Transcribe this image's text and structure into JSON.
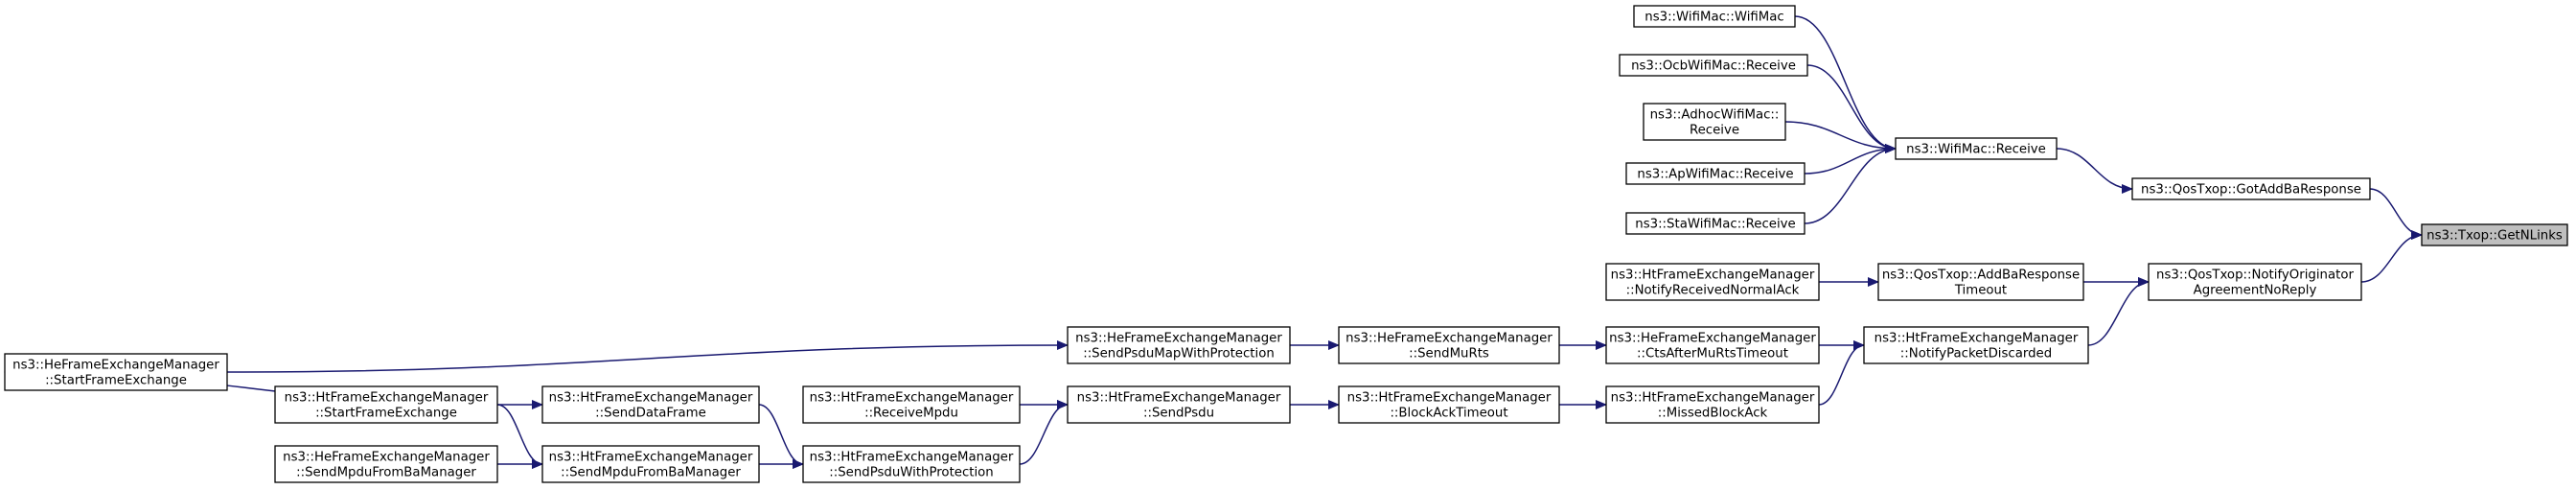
{
  "colors": {
    "edge": "#191970",
    "root_fill": "#bfbfbf",
    "node_fill": "#ffffff",
    "border": "#000000"
  },
  "nodes": {
    "root": {
      "lines": [
        "ns3::Txop::GetNLinks"
      ]
    },
    "gotAddBaResponse": {
      "lines": [
        "ns3::QosTxop::GotAddBaResponse"
      ]
    },
    "notifyOriginator": {
      "lines": [
        "ns3::QosTxop::NotifyOriginator",
        "AgreementNoReply"
      ]
    },
    "wifiMacReceive": {
      "lines": [
        "ns3::WifiMac::Receive"
      ]
    },
    "wifiMacCtor": {
      "lines": [
        "ns3::WifiMac::WifiMac"
      ]
    },
    "ocbReceive": {
      "lines": [
        "ns3::OcbWifiMac::Receive"
      ]
    },
    "adhocReceive": {
      "lines": [
        "ns3::AdhocWifiMac::",
        "Receive"
      ]
    },
    "apReceive": {
      "lines": [
        "ns3::ApWifiMac::Receive"
      ]
    },
    "staReceive": {
      "lines": [
        "ns3::StaWifiMac::Receive"
      ]
    },
    "addBaTimeout": {
      "lines": [
        "ns3::QosTxop::AddBaResponse",
        "Timeout"
      ]
    },
    "notifyPacketDiscarded": {
      "lines": [
        "ns3::HtFrameExchangeManager",
        "::NotifyPacketDiscarded"
      ]
    },
    "notifyReceivedNormalAck": {
      "lines": [
        "ns3::HtFrameExchangeManager",
        "::NotifyReceivedNormalAck"
      ]
    },
    "ctsAfterMuRtsTimeout": {
      "lines": [
        "ns3::HeFrameExchangeManager",
        "::CtsAfterMuRtsTimeout"
      ]
    },
    "missedBlockAck": {
      "lines": [
        "ns3::HtFrameExchangeManager",
        "::MissedBlockAck"
      ]
    },
    "sendMuRts": {
      "lines": [
        "ns3::HeFrameExchangeManager",
        "::SendMuRts"
      ]
    },
    "blockAckTimeout": {
      "lines": [
        "ns3::HtFrameExchangeManager",
        "::BlockAckTimeout"
      ]
    },
    "sendPsduMapWithProtection": {
      "lines": [
        "ns3::HeFrameExchangeManager",
        "::SendPsduMapWithProtection"
      ]
    },
    "htSendPsdu": {
      "lines": [
        "ns3::HtFrameExchangeManager",
        "::SendPsdu"
      ]
    },
    "receiveMpdu": {
      "lines": [
        "ns3::HtFrameExchangeManager",
        "::ReceiveMpdu"
      ]
    },
    "sendPsduWithProtection": {
      "lines": [
        "ns3::HtFrameExchangeManager",
        "::SendPsduWithProtection"
      ]
    },
    "heStartFrameExchange": {
      "lines": [
        "ns3::HeFrameExchangeManager",
        "::StartFrameExchange"
      ]
    },
    "htStartFrameExchange": {
      "lines": [
        "ns3::HtFrameExchangeManager",
        "::StartFrameExchange"
      ]
    },
    "sendDataFrame": {
      "lines": [
        "ns3::HtFrameExchangeManager",
        "::SendDataFrame"
      ]
    },
    "htSendMpduFromBaManager": {
      "lines": [
        "ns3::HtFrameExchangeManager",
        "::SendMpduFromBaManager"
      ]
    },
    "heSendMpduFromBaManager": {
      "lines": [
        "ns3::HeFrameExchangeManager",
        "::SendMpduFromBaManager"
      ]
    }
  },
  "edges": [
    [
      "gotAddBaResponse",
      "root"
    ],
    [
      "notifyOriginator",
      "root"
    ],
    [
      "wifiMacReceive",
      "gotAddBaResponse"
    ],
    [
      "addBaTimeout",
      "notifyOriginator"
    ],
    [
      "notifyPacketDiscarded",
      "notifyOriginator"
    ],
    [
      "wifiMacCtor",
      "wifiMacReceive"
    ],
    [
      "ocbReceive",
      "wifiMacReceive"
    ],
    [
      "adhocReceive",
      "wifiMacReceive"
    ],
    [
      "apReceive",
      "wifiMacReceive"
    ],
    [
      "staReceive",
      "wifiMacReceive"
    ],
    [
      "notifyReceivedNormalAck",
      "addBaTimeout"
    ],
    [
      "ctsAfterMuRtsTimeout",
      "notifyPacketDiscarded"
    ],
    [
      "missedBlockAck",
      "notifyPacketDiscarded"
    ],
    [
      "sendMuRts",
      "ctsAfterMuRtsTimeout"
    ],
    [
      "blockAckTimeout",
      "missedBlockAck"
    ],
    [
      "sendPsduMapWithProtection",
      "sendMuRts"
    ],
    [
      "htSendPsdu",
      "blockAckTimeout"
    ],
    [
      "heStartFrameExchange",
      "sendPsduMapWithProtection"
    ],
    [
      "receiveMpdu",
      "htSendPsdu"
    ],
    [
      "sendPsduWithProtection",
      "htSendPsdu"
    ],
    [
      "sendDataFrame",
      "sendPsduWithProtection"
    ],
    [
      "htSendMpduFromBaManager",
      "sendPsduWithProtection"
    ],
    [
      "htStartFrameExchange",
      "heStartFrameExchange"
    ],
    [
      "htStartFrameExchange",
      "sendDataFrame"
    ],
    [
      "htStartFrameExchange",
      "htSendMpduFromBaManager"
    ],
    [
      "heSendMpduFromBaManager",
      "htSendMpduFromBaManager"
    ]
  ]
}
